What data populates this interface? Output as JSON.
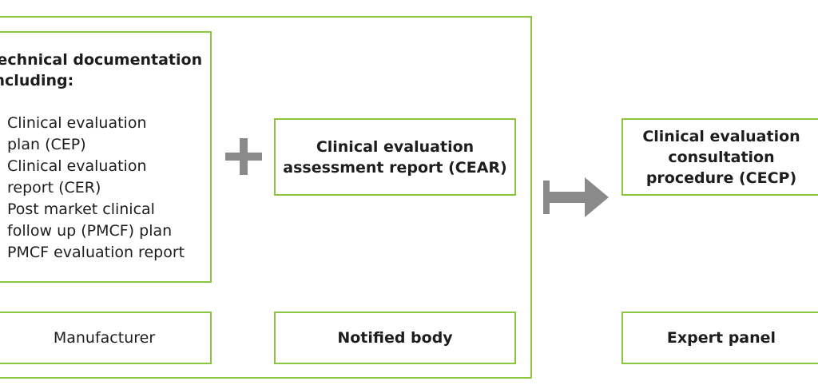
{
  "diagram": {
    "technical_documentation": {
      "heading_line1": "Technical documentation",
      "heading_line2": "including:",
      "items": [
        "Clinical evaluation",
        "plan (CEP)",
        "Clinical evaluation",
        "report (CER)",
        "Post market clinical",
        "follow up (PMCF) plan",
        "PMCF evaluation report"
      ]
    },
    "cear": {
      "line1": "Clinical evaluation",
      "line2": "assessment report (CEAR)"
    },
    "cecp": {
      "line1": "Clinical evaluation",
      "line2": "consultation",
      "line3": "procedure (CECP)"
    },
    "roles": {
      "manufacturer": "Manufacturer",
      "notified_body": "Notified body",
      "expert_panel": "Expert panel"
    },
    "colors": {
      "border": "#8cc63f",
      "symbol": "#8a8a8a",
      "text": "#1d1d1b"
    }
  }
}
